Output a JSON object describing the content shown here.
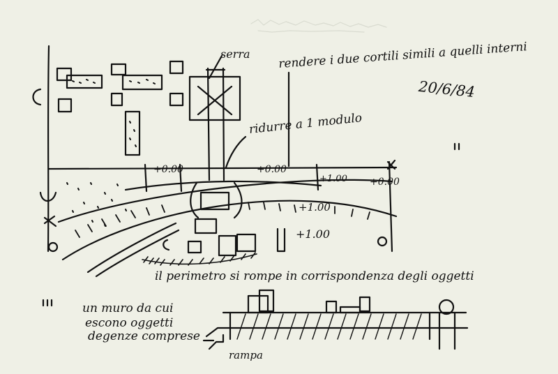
{
  "sketch": {
    "label_serra": "serra",
    "note_cortili": "rendere i due cortili simili a quelli interni",
    "date": "20/6/84",
    "note_ridurre": "ridurre a 1 modulo",
    "elevation_marks": [
      "+0.00",
      "+0.00",
      "+1.00",
      "+0.00",
      "+1.00",
      "+1.00"
    ],
    "note_perimetro": "il perimetro si rompe in corrispondenza degli oggetti",
    "note_muro": [
      "un muro da cui",
      "escono oggetti",
      "degenze comprese"
    ],
    "label_rampa": "rampa"
  }
}
